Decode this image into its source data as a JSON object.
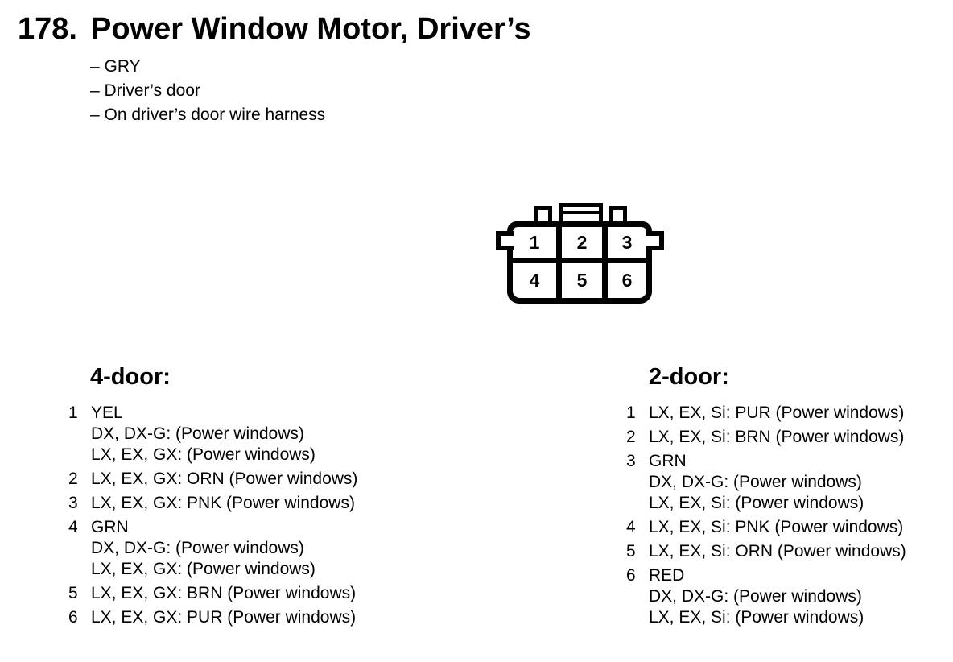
{
  "page": {
    "number": "178.",
    "title": "Power Window Motor, Driver’s",
    "bullets": [
      "– GRY",
      "– Driver’s door",
      "– On driver’s door wire harness"
    ]
  },
  "connector": {
    "pins": [
      "1",
      "2",
      "3",
      "4",
      "5",
      "6"
    ]
  },
  "columns": {
    "left": {
      "heading": "4-door:",
      "items": [
        {
          "num": "1",
          "lines": [
            "YEL",
            "DX, DX-G: (Power windows)",
            "LX, EX, GX: (Power windows)"
          ]
        },
        {
          "num": "2",
          "lines": [
            "LX, EX, GX: ORN (Power windows)"
          ]
        },
        {
          "num": "3",
          "lines": [
            "LX, EX, GX: PNK (Power windows)"
          ]
        },
        {
          "num": "4",
          "lines": [
            "GRN",
            "DX, DX-G: (Power windows)",
            "LX, EX, GX: (Power windows)"
          ]
        },
        {
          "num": "5",
          "lines": [
            "LX, EX, GX: BRN (Power windows)"
          ]
        },
        {
          "num": "6",
          "lines": [
            "LX, EX, GX: PUR (Power windows)"
          ]
        }
      ]
    },
    "right": {
      "heading": "2-door:",
      "items": [
        {
          "num": "1",
          "lines": [
            "LX, EX, Si: PUR (Power windows)"
          ]
        },
        {
          "num": "2",
          "lines": [
            "LX, EX, Si: BRN (Power windows)"
          ]
        },
        {
          "num": "3",
          "lines": [
            "GRN",
            "DX, DX-G: (Power windows)",
            "LX, EX, Si: (Power windows)"
          ]
        },
        {
          "num": "4",
          "lines": [
            "LX, EX, Si: PNK (Power windows)"
          ]
        },
        {
          "num": "5",
          "lines": [
            "LX, EX, Si: ORN (Power windows)"
          ]
        },
        {
          "num": "6",
          "lines": [
            "RED",
            "DX, DX-G: (Power windows)",
            "LX, EX, Si: (Power windows)"
          ]
        }
      ]
    }
  },
  "colors": {
    "ink": "#000000",
    "paper": "#ffffff"
  }
}
